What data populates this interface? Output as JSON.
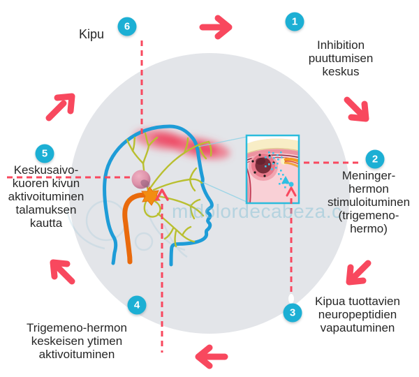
{
  "watermark": {
    "text": "midolordecabeza.c"
  },
  "steps": [
    {
      "number": "1",
      "label": "Inhibition\npuuttumisen\nkeskus"
    },
    {
      "number": "2",
      "label": "Meninger-\nhermon\nstimuloituminen\n(trigemeno-\nhermo)"
    },
    {
      "number": "3",
      "label": "Kipua tuottavien\nneuropeptidien\nvapautuminen"
    },
    {
      "number": "4",
      "label": "Trigemeno-hermon\nkeskeisen ytimen\naktivoituminen"
    },
    {
      "number": "5",
      "label": "Keskusaivo-\nkuoren kivun\naktivoituminen\ntalamuksen\nkautta"
    },
    {
      "number": "6",
      "label": "Kipu"
    }
  ],
  "colors": {
    "arrow": "#F8485E",
    "badge": "#1CAFD4",
    "head_outline": "#1E9CD7",
    "nerves": "#B9BF2F",
    "brainstem": "#E96A0C",
    "circle_bg": "#E3E5E9",
    "inset_border": "#2BBCDC"
  }
}
